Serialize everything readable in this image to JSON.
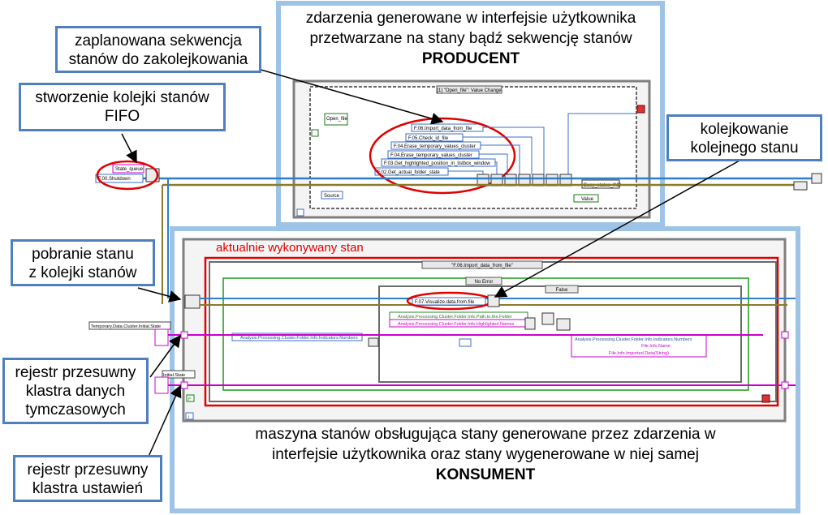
{
  "annotations": {
    "planned_sequence": [
      "zaplanowana sekwencja",
      "stanów do zakolejkowania"
    ],
    "create_queue": [
      "stworzenie kolejki stanów",
      "FIFO"
    ],
    "enqueue_next": [
      "kolejkowanie",
      "kolejnego stanu"
    ],
    "dequeue": [
      "pobranie stanu",
      "z kolejki stanów"
    ],
    "temp_register": [
      "rejestr przesuwny",
      "klastra danych",
      "tymczasowych"
    ],
    "settings_register": [
      "rejestr przesuwny",
      "klastra ustawień"
    ]
  },
  "producer_caption": {
    "line1": "zdarzenia generowane w interfejsie użytkownika",
    "line2": "przetwarzane na stany bądź sekwencję stanów",
    "title": "PRODUCENT"
  },
  "consumer_caption": {
    "line1": "maszyna stanów obsługująca stany generowane przez zdarzenia w",
    "line2": "interfejsie użytkownika oraz stany wygenerowane w niej samej",
    "title": "KONSUMENT"
  },
  "current_state_label": "aktualnie wykonywany stan",
  "lv": {
    "event_selector": "[1] \"Open_file\": Value Change",
    "open_file": "Open_file",
    "states": [
      "F.06.Import_data_from_file",
      "F.05.Check_id_file",
      "F.04.Erase_temporary_values_cluster",
      "F.04.Erase_temporary_values_cluster",
      "F.03.Get_highlighted_position_in_listbox_window",
      "F.02.Get_actual_folder_state"
    ],
    "source": "Source",
    "busy": "Busy_status_IND",
    "value": "Value",
    "state_queue": "State_queue",
    "shutdown": "F.00.Shutdown",
    "case_selector": "\"F.06.Import_data_from_file\"",
    "no_error": "No Error",
    "false_label": "False",
    "visualize": "F.07.Visualize.data.from.file",
    "path_to_folder": "Analysis.Processing.Cluster.Folder.Info.Path.to.the.Folder",
    "highlighted_names": "Analysis.Processing.Cluster.Folder.Info.Highlighted.Names",
    "indicators_numbers": "Analysis.Processing.Cluster.Folder.Info.Indicators.Numbers",
    "indicators_numbers_2": "Analysis.Processing.Cluster.Folder.Info.Indicators.Numbers",
    "file_info_name": "File.Info.Name",
    "file_info_imported": "File.Info.Imported.Data(String)",
    "temp_cluster": "Temporary.Data.Cluster.Initial.State",
    "initial_state": "Initial.State",
    "f_const": "F",
    "loop_i": "i"
  }
}
